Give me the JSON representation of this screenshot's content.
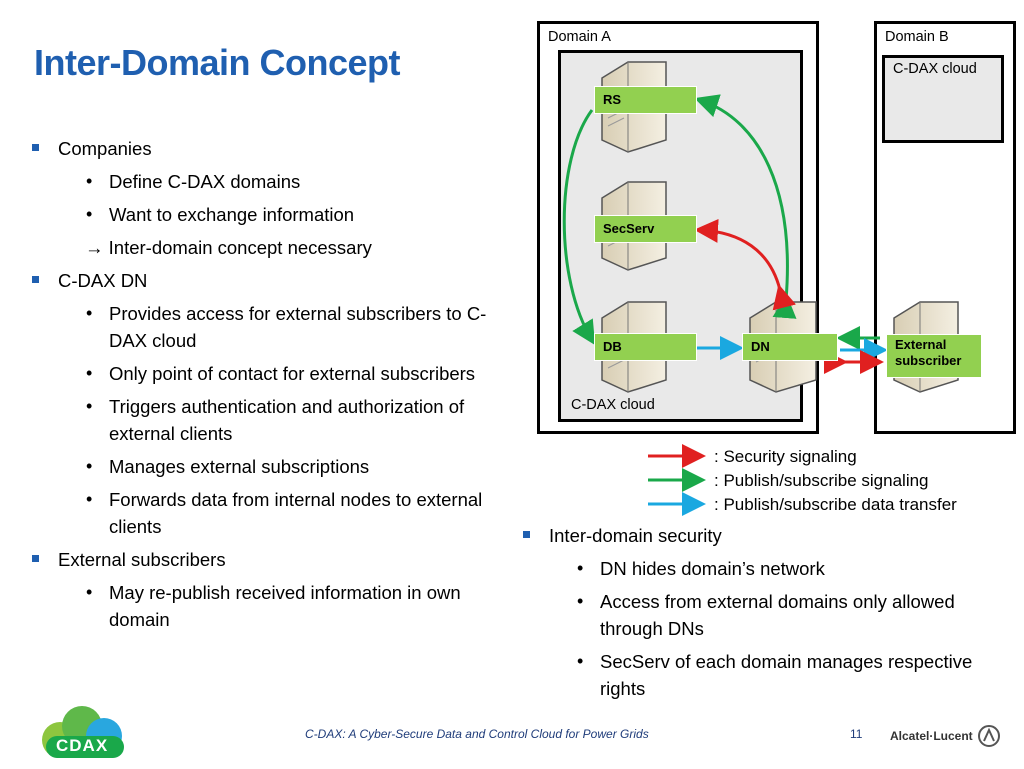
{
  "title": "Inter-Domain Concept",
  "left_bullets": {
    "companies": "Companies",
    "define_domains": "Define C-DAX domains",
    "want_exchange": "Want to exchange information",
    "arrow_glyph": "→",
    "inter_domain_necessary": "Inter-domain concept necessary",
    "cdax_dn": "C-DAX DN",
    "provides_access": "Provides access for external subscribers to C-DAX cloud",
    "only_point": "Only point of contact for external subscribers",
    "triggers_auth": "Triggers authentication and authorization of external clients",
    "manages_subs": "Manages external subscriptions",
    "forwards_data": "Forwards data from internal nodes to external clients",
    "external_subscribers": "External subscribers",
    "may_republish": "May re-publish received information in own domain"
  },
  "diagram": {
    "domain_a": "Domain A",
    "domain_b": "Domain B",
    "cdax_cloud_a": "C-DAX cloud",
    "cdax_cloud_b": "C-DAX cloud",
    "nodes": {
      "rs": "RS",
      "secserv": "SecServ",
      "db": "DB",
      "dn": "DN",
      "external_line1": "External",
      "external_line2": "subscriber"
    },
    "colors": {
      "security": "#e02020",
      "pubsub_signaling": "#1aa84a",
      "pubsub_data": "#1aa8e0",
      "node_label": "#92d050"
    }
  },
  "legend": {
    "security": ": Security signaling",
    "pubsub_signaling": ": Publish/subscribe signaling",
    "pubsub_data": ": Publish/subscribe data transfer"
  },
  "right_bullets": {
    "inter_domain_security": "Inter-domain security",
    "dn_hides": "DN hides domain’s network",
    "access_external": "Access from external domains only allowed through DNs",
    "secserv_manages": "SecServ of each domain manages respective rights"
  },
  "footer": {
    "logo_text": "CDAX",
    "caption": "C-DAX: A Cyber-Secure Data and Control Cloud for Power Grids",
    "page_number": "11",
    "brand": "Alcatel·Lucent"
  }
}
